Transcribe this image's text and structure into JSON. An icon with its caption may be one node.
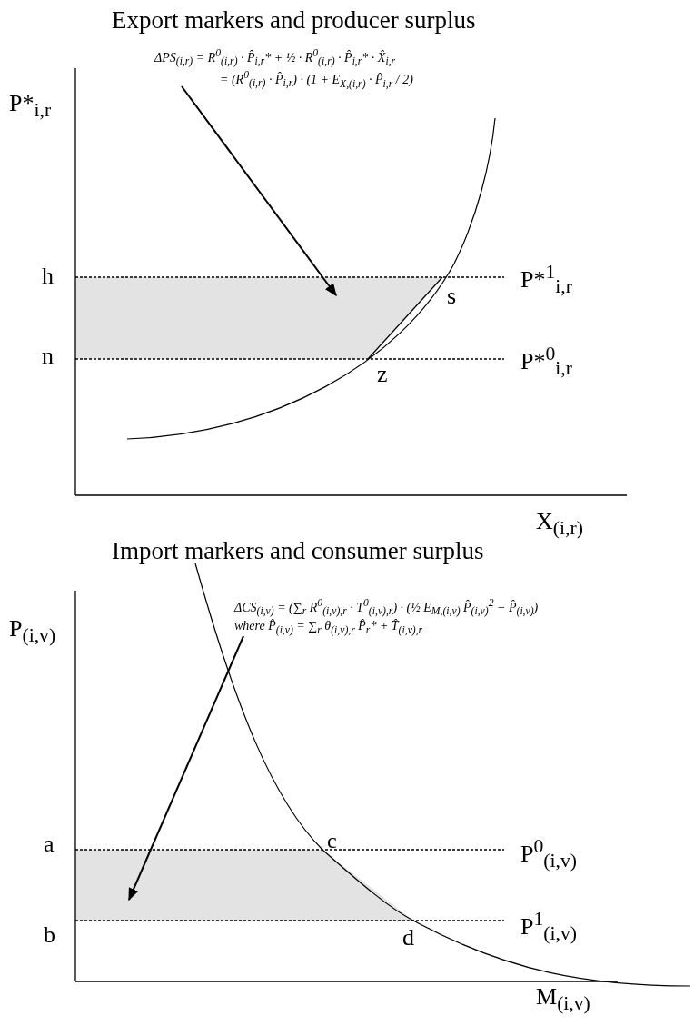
{
  "diagram": {
    "nodes": [
      {
        "text": [
          "ΔPS$_{(i,r)}$ = R$^{0}$$_{(i,r)}$ · P̂$_{i,r}$* + ½ · R$^{0}$$_{(i,r)}$ · P̂$_{i,r}$* · X̂$_{i,r}$",
          "= (R$^{0}$$_{(i,r)}$ · P̂$_{i,r}$*) · (1 + E$_{X,(i,r)}$ · P̂$_{i,r}$* / 2)"
        ]
      },
      {
        "text": [],
        "shape": "polygon"
      },
      {
        "text": [
          "ΔCS$_{(i,v)}$ = (∑$_{r}$ R$^{0}$$_{(i,v),r}$ · T$^{0}$$_{(i,v),r}$) · (½ E$_{M,(i,v)}$ P̂$_{(i,v)}$$^{2}$ − P̂$_{(i,v)}$)",
          "where P̂$_{(i,v)}$ = ∑$_{r}$ θ$_{(i,v),r}$ P̂$_{r}$* + T̂$_{(i,v),r}$"
        ]
      },
      {
        "text": [],
        "shape": "polygon"
      }
    ],
    "edges": [
      {
        "from": 0,
        "to": 1,
        "arrow": "to"
      },
      {
        "from": 2,
        "to": 3,
        "arrow": "to"
      }
    ],
    "labels": [
      "Export markers and producer surplus",
      "P*$_{i,r}$",
      "h",
      "P*$^{1}$$_{i,r}$",
      "s",
      "n",
      "P*$^{0}$$_{i,r}$",
      "z",
      "X$_{(i,r)}$",
      "Import markers and consumer surplus",
      "P$_{(i,v)}$",
      "a",
      "c",
      "P$^{0}$$_{(i,v)}$",
      "b",
      "P$^{1}$$_{(i,v)}$",
      "d",
      "M$_{(i,v)}$"
    ]
  }
}
